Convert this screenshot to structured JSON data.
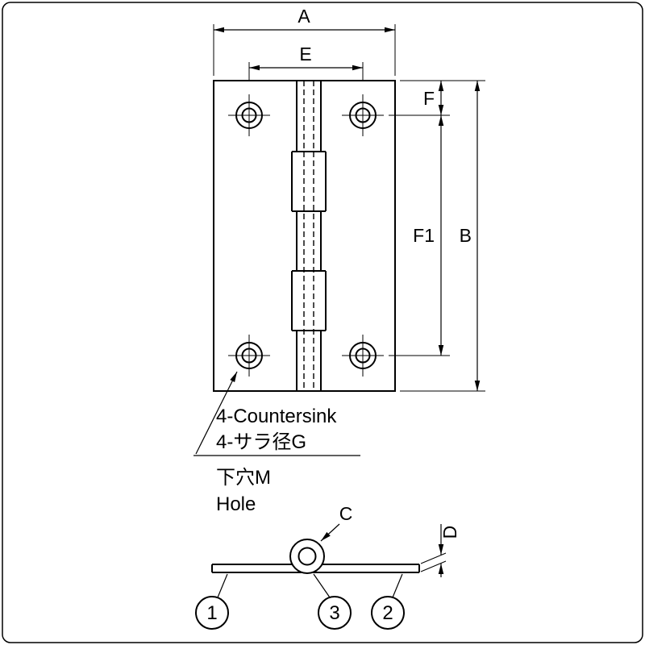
{
  "drawing": {
    "type": "technical-drawing",
    "subject": "hinge-dimension-diagram",
    "dims": {
      "width": "A",
      "hole_pitch_x": "E",
      "edge_to_hole": "F",
      "hole_pitch_y": "F1",
      "height": "B",
      "knuckle_dia": "C",
      "thickness": "D"
    },
    "notes": {
      "countersink_en": "4-Countersink",
      "countersink_jp": "4-サラ径G",
      "pilot_hole_jp": "下穴M",
      "pilot_hole_en": "Hole"
    },
    "balloons": {
      "left_leaf": "1",
      "pin": "3",
      "right_leaf": "2"
    },
    "colors": {
      "line": "#000000",
      "background": "#ffffff"
    }
  }
}
